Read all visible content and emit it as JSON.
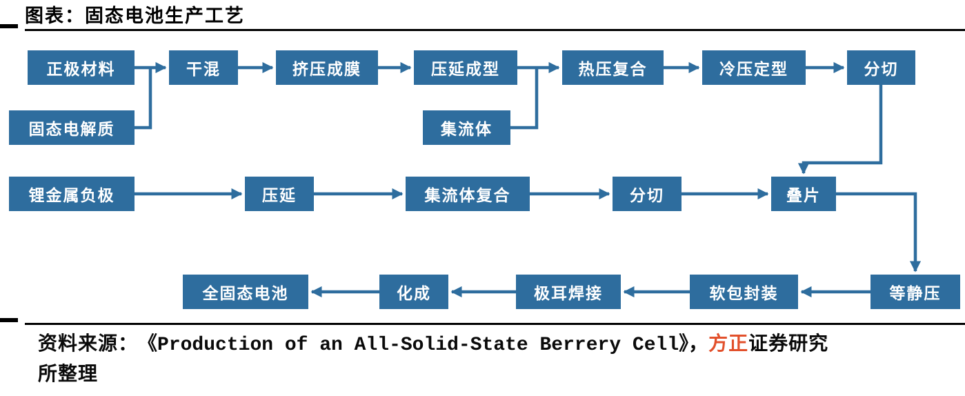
{
  "title": "图表：固态电池生产工艺",
  "colors": {
    "node_fill": "#2e6d9e",
    "node_text": "#ffffff",
    "arrow": "#2e6d9e",
    "rule": "#000000",
    "brand_highlight": "#e2502b"
  },
  "nodes": {
    "cathode_material": "正极材料",
    "solid_electrolyte": "固态电解质",
    "dry_mixing": "干混",
    "extrusion_film": "挤压成膜",
    "calendering_forming": "压延成型",
    "current_collector": "集流体",
    "hot_press_lamination": "热压复合",
    "cold_press_setting": "冷压定型",
    "slitting_top": "分切",
    "lithium_metal_anode": "锂金属负极",
    "calendering": "压延",
    "current_collector_lamination": "集流体复合",
    "slitting_mid": "分切",
    "stacking": "叠片",
    "isostatic_pressing": "等静压",
    "pouch_packaging": "软包封装",
    "tab_welding": "极耳焊接",
    "formation": "化成",
    "all_solid_state_battery": "全固态电池"
  },
  "edges": [
    {
      "from": "正极材料",
      "to": "干混"
    },
    {
      "from": "固态电解质",
      "to": "干混"
    },
    {
      "from": "干混",
      "to": "挤压成膜"
    },
    {
      "from": "挤压成膜",
      "to": "压延成型"
    },
    {
      "from": "压延成型",
      "to": "热压复合"
    },
    {
      "from": "集流体",
      "to": "热压复合"
    },
    {
      "from": "热压复合",
      "to": "冷压定型"
    },
    {
      "from": "冷压定型",
      "to": "分切"
    },
    {
      "from": "分切",
      "to": "叠片"
    },
    {
      "from": "锂金属负极",
      "to": "压延"
    },
    {
      "from": "压延",
      "to": "集流体复合"
    },
    {
      "from": "集流体复合",
      "to": "分切"
    },
    {
      "from": "分切",
      "to": "叠片"
    },
    {
      "from": "叠片",
      "to": "等静压"
    },
    {
      "from": "等静压",
      "to": "软包封装"
    },
    {
      "from": "软包封装",
      "to": "极耳焊接"
    },
    {
      "from": "极耳焊接",
      "to": "化成"
    },
    {
      "from": "化成",
      "to": "全固态电池"
    }
  ],
  "source": {
    "prefix": "资料来源：",
    "book": "《Production of an All-Solid-State Berrery Cell》",
    "comma": "，",
    "brand_highlight": "方正",
    "suffix_line1": "证券研究",
    "suffix_line2": "所整理"
  }
}
